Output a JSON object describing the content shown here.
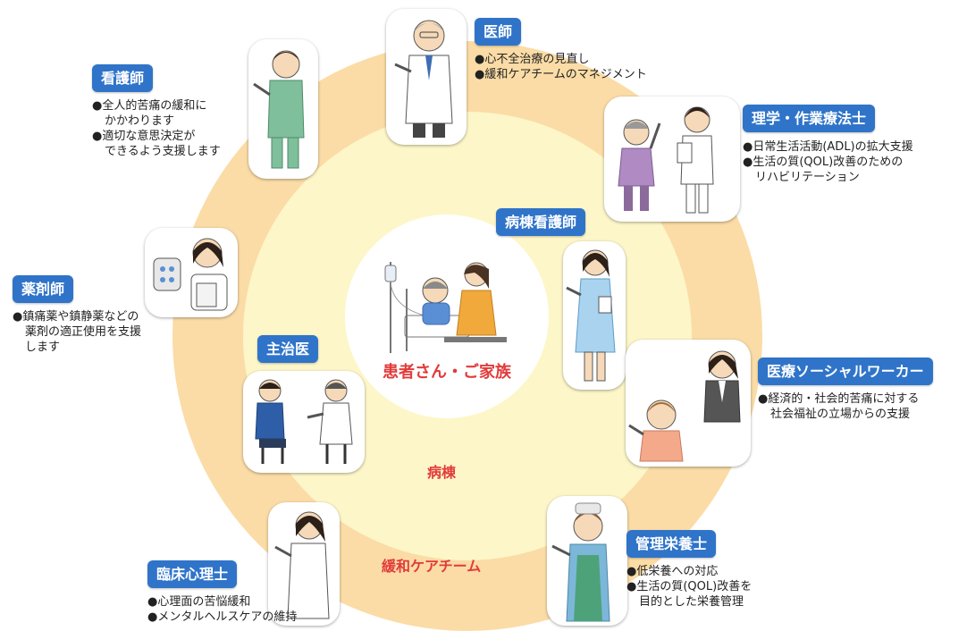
{
  "center": {
    "label": "患者さん・ご家族"
  },
  "zones": {
    "ward": "病棟",
    "team": "緩和ケアチーム"
  },
  "roles": {
    "doctor": {
      "title": "医師",
      "lines": [
        "●心不全治療の見直し",
        "●緩和ケアチームのマネジメント"
      ]
    },
    "nurse": {
      "title": "看護師",
      "lines": [
        "●全人的苦痛の緩和に",
        "かかわります",
        "●適切な意思決定が",
        "できるよう支援します"
      ]
    },
    "therapist": {
      "title": "理学・作業療法士",
      "lines": [
        "●日常生活活動(ADL)の拡大支援",
        "●生活の質(QOL)改善のための",
        "リハビリテーション"
      ]
    },
    "ward_nurse": {
      "title": "病棟看護師"
    },
    "pharmacist": {
      "title": "薬剤師",
      "lines": [
        "●鎮痛薬や鎮静薬などの",
        "薬剤の適正使用を支援",
        "します"
      ]
    },
    "attending": {
      "title": "主治医"
    },
    "social_worker": {
      "title": "医療ソーシャルワーカー",
      "lines": [
        "●経済的・社会的苦痛に対する",
        "社会福祉の立場からの支援"
      ]
    },
    "psychologist": {
      "title": "臨床心理士",
      "lines": [
        "●心理面の苦悩緩和",
        "●メンタルヘルスケアの維持"
      ]
    },
    "dietitian": {
      "title": "管理栄養士",
      "lines": [
        "●低栄養への対応",
        "●生活の質(QOL)改善を",
        "目的とした栄養管理"
      ]
    }
  },
  "colors": {
    "badge": "#2f74c9",
    "outer_ring": "#fbdca6",
    "inner_ring": "#fdf6c8",
    "accent_text": "#e23b3b"
  }
}
